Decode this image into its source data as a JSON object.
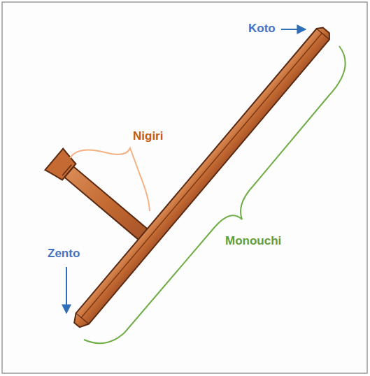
{
  "diagram": {
    "labels": [
      "Koto",
      "Nigiri",
      "Zento",
      "Monouchi"
    ]
  }
}
